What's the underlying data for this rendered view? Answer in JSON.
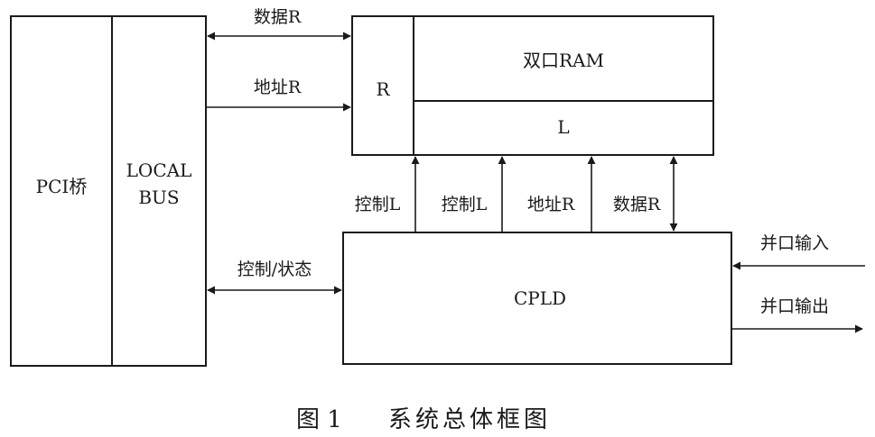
{
  "blocks": {
    "pci_bridge": "PCI桥",
    "local_bus_line1": "LOCAL",
    "local_bus_line2": "BUS",
    "ram_r_port": "R",
    "dual_port_ram": "双口RAM",
    "ram_l_port": "L",
    "cpld": "CPLD"
  },
  "signals": {
    "data_r_top": "数据R",
    "addr_r_top": "地址R",
    "ctrl_status": "控制/状态",
    "ctrl_l_1": "控制L",
    "ctrl_l_2": "控制L",
    "addr_r_bottom": "地址R",
    "data_r_bottom": "数据R",
    "parallel_in": "并口输入",
    "parallel_out": "并口输出"
  },
  "caption": {
    "figure_no": "图 1",
    "title": "系统总体框图"
  },
  "colors": {
    "stroke": "#1a1a1a",
    "background": "#ffffff"
  }
}
